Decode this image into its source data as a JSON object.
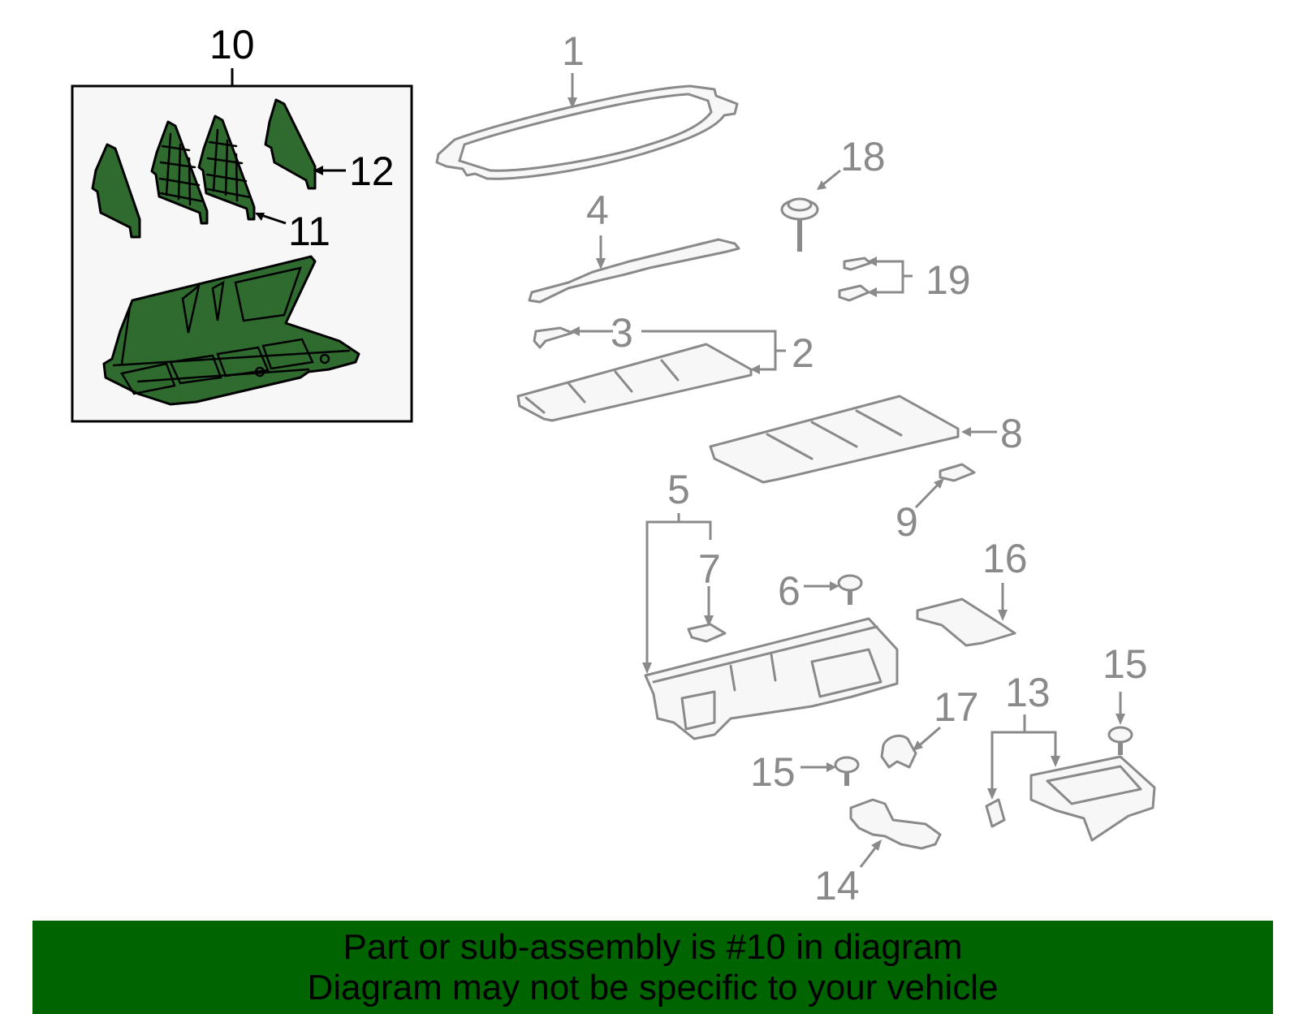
{
  "diagram": {
    "labels": {
      "p1": "1",
      "p2": "2",
      "p3": "3",
      "p4": "4",
      "p5": "5",
      "p6": "6",
      "p7": "7",
      "p8": "8",
      "p9": "9",
      "p10": "10",
      "p11": "11",
      "p12": "12",
      "p13": "13",
      "p14": "14",
      "p15a": "15",
      "p15b": "15",
      "p16": "16",
      "p17": "17",
      "p18": "18",
      "p19": "19"
    },
    "highlighted_part": "10",
    "colors": {
      "highlight_fill": "#2f6b2f",
      "muted_stroke": "#8a8a8a",
      "banner": "#006400"
    }
  },
  "banner": {
    "line1": "Part or sub-assembly is #10 in diagram",
    "line2": "Diagram may not be specific to your vehicle"
  }
}
